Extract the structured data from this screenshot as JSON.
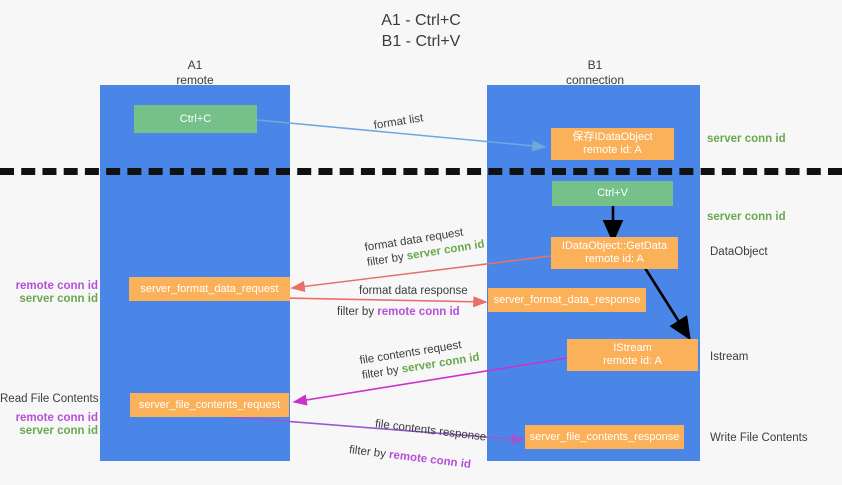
{
  "title": "A1 - Ctrl+C\nB1 - Ctrl+V",
  "lanes": [
    {
      "name": "a1-remote",
      "header": "A1\nremote"
    },
    {
      "name": "b1-connection",
      "header": "B1\nconnection"
    }
  ],
  "boxes": [
    {
      "name": "ctrl-c-box",
      "color": "#76c08a",
      "line1": "Ctrl+C",
      "line2": ""
    },
    {
      "name": "save-idataobject-box",
      "color": "#fbb05a",
      "line1": "保存IDataObject",
      "line2": "remote id: A"
    },
    {
      "name": "ctrl-v-box",
      "color": "#76c08a",
      "line1": "Ctrl+V",
      "line2": ""
    },
    {
      "name": "idataobject-getdata-box",
      "color": "#fbb05a",
      "line1": "IDataObject::GetData",
      "line2": "remote id: A"
    },
    {
      "name": "server-format-data-request-box",
      "color": "#fbb05a",
      "line1": "server_format_data_request",
      "line2": ""
    },
    {
      "name": "server-format-data-response-box",
      "color": "#fbb05a",
      "line1": "server_format_data_response",
      "line2": ""
    },
    {
      "name": "istream-box",
      "color": "#fbb05a",
      "line1": "IStream",
      "line2": "remote id: A"
    },
    {
      "name": "server-file-contents-request-box",
      "color": "#fbb05a",
      "line1": "server_file_contents_request",
      "line2": ""
    },
    {
      "name": "server-file-contents-response-box",
      "color": "#fbb05a",
      "line1": "server_file_contents_response",
      "line2": ""
    }
  ],
  "edge_labels": {
    "format_list": "format list",
    "format_data_request": "format data request",
    "format_data_request_filter_prefix": "filter by ",
    "format_data_request_filter_value": "server conn id",
    "format_data_response": "format data response",
    "format_data_response_filter_prefix": "filter by ",
    "format_data_response_filter_value": "remote conn id",
    "file_contents_request": "file contents request",
    "file_contents_request_filter_prefix": "filter by ",
    "file_contents_request_filter_value": "server conn id",
    "file_contents_response": "file contents response",
    "file_contents_response_filter_prefix": "filter by ",
    "file_contents_response_filter_value": "remote conn id"
  },
  "right_labels": {
    "server_conn_id_top": "server conn id",
    "server_conn_id_mid": "server conn id",
    "dataobject": "DataObject",
    "istream": "Istream",
    "write_file_contents": "Write File Contents"
  },
  "left_labels": {
    "remote_conn_id_1": "remote conn id",
    "server_conn_id_1": "server conn id",
    "read_file_contents": "Read File Contents",
    "remote_conn_id_2": "remote conn id",
    "server_conn_id_2": "server conn id"
  },
  "colors": {
    "lane": "#4a86e8",
    "green_box": "#76c08a",
    "orange_box": "#fbb05a",
    "server_conn_id": "#6aa84f",
    "remote_conn_id": "#b84fd8",
    "arrow_blue": "#6fa8dc",
    "arrow_red": "#e8706a",
    "arrow_magenta": "#cc31cc",
    "arrow_purple": "#9b59d0",
    "arrow_black": "#000000",
    "divider": "#111111",
    "background": "#f7f7f7"
  }
}
